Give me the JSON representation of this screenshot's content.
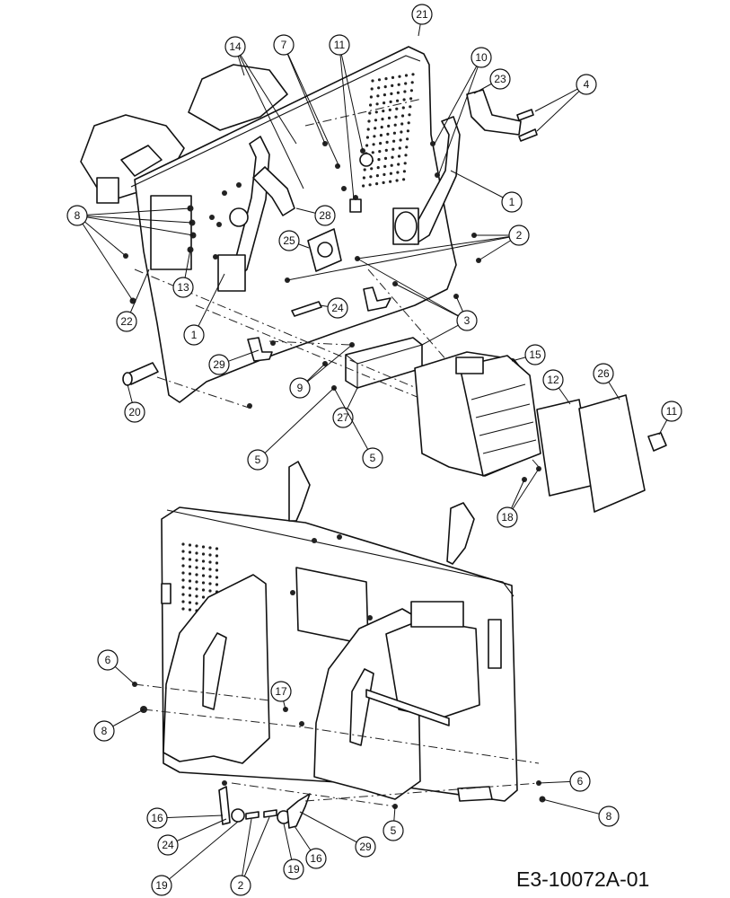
{
  "drawing_number": "E3-10072A-01",
  "callouts": [
    {
      "label": "21"
    },
    {
      "label": "14"
    },
    {
      "label": "7"
    },
    {
      "label": "11"
    },
    {
      "label": "10"
    },
    {
      "label": "23"
    },
    {
      "label": "4"
    },
    {
      "label": "1"
    },
    {
      "label": "8"
    },
    {
      "label": "28"
    },
    {
      "label": "25"
    },
    {
      "label": "2"
    },
    {
      "label": "13"
    },
    {
      "label": "22"
    },
    {
      "label": "1"
    },
    {
      "label": "24"
    },
    {
      "label": "3"
    },
    {
      "label": "15"
    },
    {
      "label": "29"
    },
    {
      "label": "9"
    },
    {
      "label": "12"
    },
    {
      "label": "26"
    },
    {
      "label": "11"
    },
    {
      "label": "20"
    },
    {
      "label": "27"
    },
    {
      "label": "5"
    },
    {
      "label": "5"
    },
    {
      "label": "18"
    },
    {
      "label": "6"
    },
    {
      "label": "17"
    },
    {
      "label": "8"
    },
    {
      "label": "6"
    },
    {
      "label": "8"
    },
    {
      "label": "16"
    },
    {
      "label": "24"
    },
    {
      "label": "5"
    },
    {
      "label": "29"
    },
    {
      "label": "19"
    },
    {
      "label": "19"
    },
    {
      "label": "16"
    },
    {
      "label": "2"
    }
  ]
}
